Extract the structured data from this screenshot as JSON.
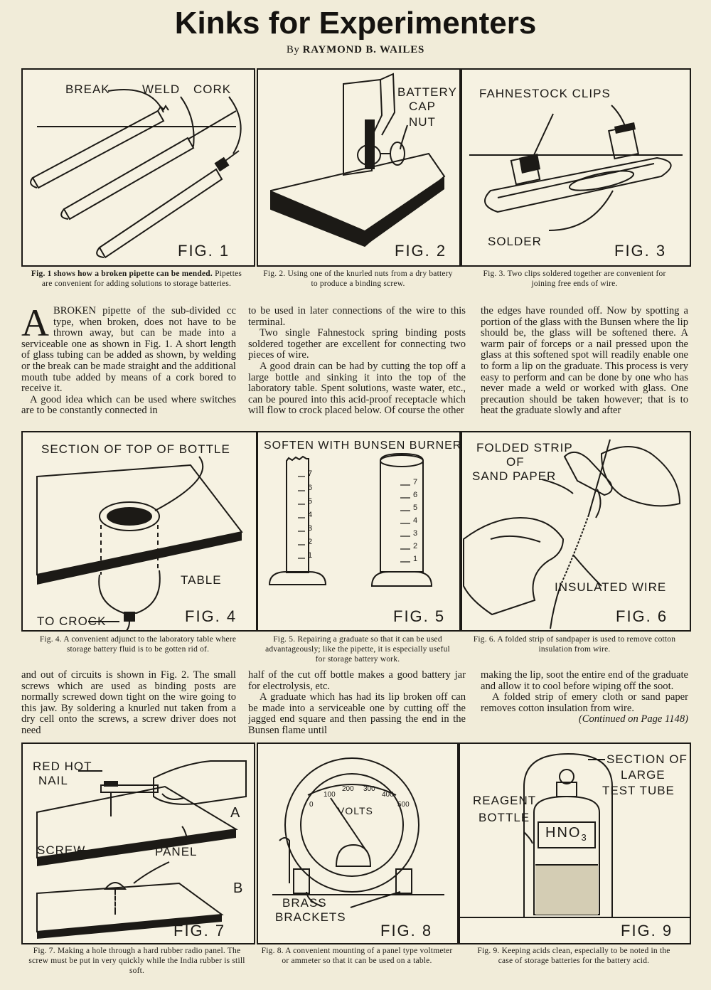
{
  "header": {
    "title": "Kinks for Experimenters",
    "by": "By",
    "author": "RAYMOND B. WAILES"
  },
  "figures": {
    "fig1": {
      "label": "FIG. 1",
      "callouts": [
        "BREAK",
        "WELD",
        "CORK"
      ],
      "caption_lead": "Fig. 1 shows how a broken pipette can be mended.",
      "caption_rest": "Pipettes are convenient for adding solutions to storage batteries."
    },
    "fig2": {
      "label": "FIG. 2",
      "callouts": [
        "BATTERY",
        "CAP",
        "NUT"
      ],
      "caption": "Fig. 2. Using one of the knurled nuts from a dry battery to produce a binding screw."
    },
    "fig3": {
      "label": "FIG. 3",
      "callouts": [
        "FAHNESTOCK CLIPS",
        "SOLDER"
      ],
      "caption": "Fig. 3. Two clips soldered together are convenient for joining free ends of wire."
    },
    "fig4": {
      "label": "FIG. 4",
      "callouts": [
        "SECTION OF TOP OF BOTTLE",
        "TABLE",
        "TO CROCK"
      ],
      "caption": "Fig. 4. A convenient adjunct to the laboratory table where storage battery fluid is to be gotten rid of."
    },
    "fig5": {
      "label": "FIG. 5",
      "callouts": [
        "SOFTEN WITH BUNSEN BURNER"
      ],
      "scale": [
        "7",
        "6",
        "5",
        "4",
        "3",
        "2",
        "1"
      ],
      "caption": "Fig. 5. Repairing a graduate so that it can be used advantageously; like the pipette, it is especially useful for storage battery work."
    },
    "fig6": {
      "label": "FIG. 6",
      "callouts": [
        "FOLDED STRIP",
        "OF",
        "SAND PAPER",
        "INSULATED WIRE"
      ],
      "caption": "Fig. 6. A folded strip of sandpaper is used to remove cotton insulation from wire."
    },
    "fig7": {
      "label": "FIG. 7",
      "callouts": [
        "RED HOT",
        "NAIL",
        "A",
        "SCREW",
        "PANEL",
        "B"
      ],
      "caption": "Fig. 7. Making a hole through a hard rubber radio panel. The screw must be put in very quickly while the India rubber is still soft."
    },
    "fig8": {
      "label": "FIG. 8",
      "callouts": [
        "VOLTS",
        "BRASS",
        "BRACKETS"
      ],
      "dial": [
        "0",
        "100",
        "200",
        "300",
        "400",
        "500"
      ],
      "caption": "Fig. 8. A convenient mounting of a panel type voltmeter or ammeter so that it can be used on a table."
    },
    "fig9": {
      "label": "FIG. 9",
      "callouts": [
        "SECTION OF",
        "LARGE",
        "TEST TUBE",
        "REAGENT",
        "BOTTLE",
        "HNO",
        "3"
      ],
      "caption": "Fig. 9. Keeping acids clean, especially to be noted in the case of storage batteries for the battery acid."
    }
  },
  "text": {
    "dropcap": "A",
    "col1_top": "BROKEN pipette of the sub-divided cc type, when broken, does not have to be thrown away, but can be made into a serviceable one as shown in Fig. 1. A short length of glass tubing can be added as shown, by welding or the break can be made straight and the additional mouth tube added by means of a cork bored to receive it.",
    "col1_top_p2": "A good idea which can be used where switches are to be constantly connected in",
    "col2_top": "to be used in later connections of the wire to this terminal.",
    "col2_top_p2": "Two single Fahnestock spring binding posts soldered together are excellent for connecting two pieces of wire.",
    "col2_top_p3": "A good drain can be had by cutting the top off a large bottle and sinking it into the top of the laboratory table. Spent solutions, waste water, etc., can be poured into this acid-proof receptacle which will flow to crock placed below. Of course the other",
    "col3_top": "the edges have rounded off. Now by spotting a portion of the glass with the Bunsen where the lip should be, the glass will be softened there. A warm pair of forceps or a nail pressed upon the glass at this softened spot will readily enable one to form a lip on the graduate. This process is very easy to perform and can be done by one who has never made a weld or worked with glass. One precaution should be taken however; that is to heat the graduate slowly and after",
    "col1_mid": "and out of circuits is shown in Fig. 2. The small screws which are used as binding posts are normally screwed down tight on the wire going to this jaw. By soldering a knurled nut taken from a dry cell onto the screws, a screw driver does not need",
    "col2_mid": "half of the cut off bottle makes a good battery jar for electrolysis, etc.",
    "col2_mid_p2": "A graduate which has had its lip broken off can be made into a serviceable one by cutting off the jagged end square and then passing the end in the Bunsen flame until",
    "col3_mid": "making the lip, soot the entire end of the graduate and allow it to cool before wiping off the soot.",
    "col3_mid_p2": "A folded strip of emery cloth or sand paper removes cotton insulation from wire.",
    "continued": "(Continued on Page 1148)"
  }
}
